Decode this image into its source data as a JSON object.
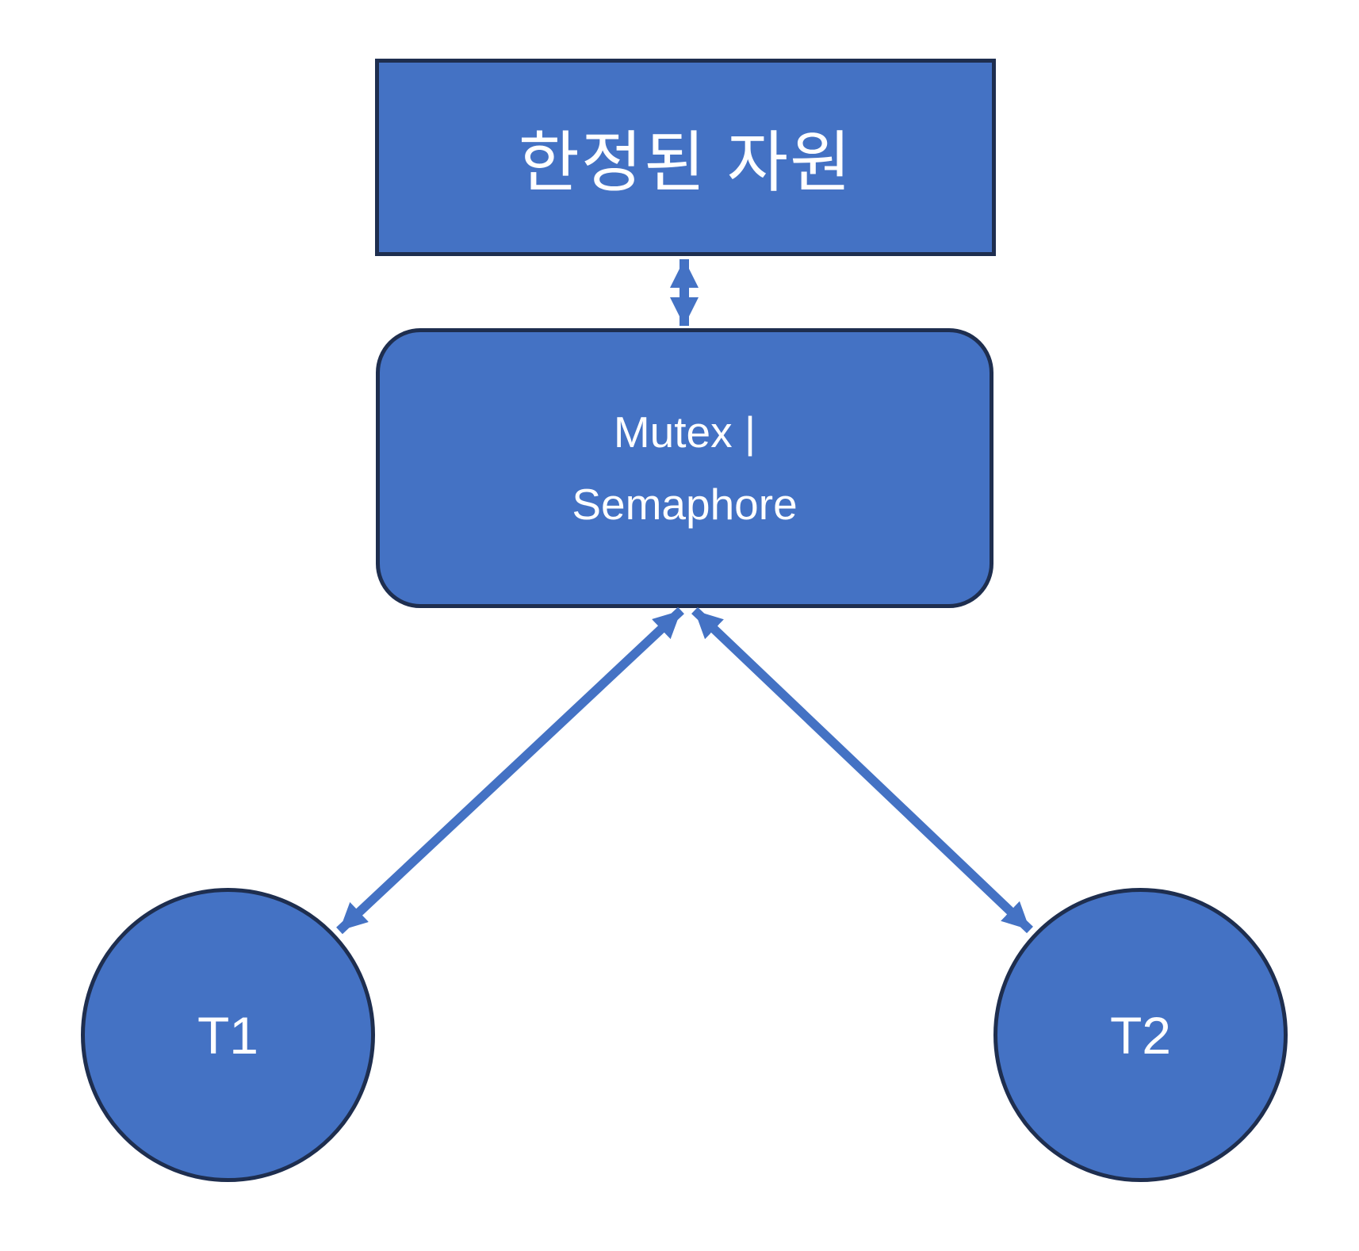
{
  "colors": {
    "background": "#FFFFFF",
    "node_fill": "#4472C4",
    "node_border": "#1E2E4F",
    "arrow": "#4472C4",
    "text": "#FFFFFF"
  },
  "nodes": {
    "resource": {
      "label": "한정된 자원"
    },
    "lock": {
      "line1": "Mutex |",
      "line2": "Semaphore"
    },
    "t1": {
      "label": "T1"
    },
    "t2": {
      "label": "T2"
    }
  },
  "edges": [
    {
      "from": "resource",
      "to": "lock",
      "style": "double-arrow"
    },
    {
      "from": "lock",
      "to": "t1",
      "style": "double-arrow"
    },
    {
      "from": "lock",
      "to": "t2",
      "style": "double-arrow"
    }
  ]
}
